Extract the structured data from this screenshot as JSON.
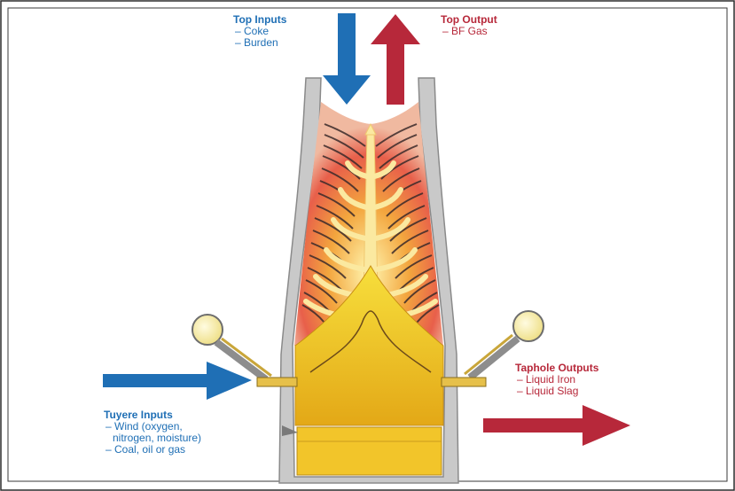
{
  "top_inputs": {
    "title": "Top Inputs",
    "items": [
      "– Coke",
      "– Burden"
    ]
  },
  "top_output": {
    "title": "Top Output",
    "items": [
      "– BF Gas"
    ]
  },
  "tuyere_inputs": {
    "title": "Tuyere Inputs",
    "items": [
      "– Wind (oxygen,",
      "nitrogen, moisture)",
      "– Coal, oil or gas"
    ]
  },
  "taphole_outputs": {
    "title": "Taphole Outputs",
    "items": [
      "– Liquid Iron",
      "– Liquid Slag"
    ]
  },
  "colors": {
    "input_blue": "#1f6fb5",
    "output_red": "#b7283a",
    "furnace_wall": "#c9c9c9",
    "hot_core": "#f6d22a"
  }
}
